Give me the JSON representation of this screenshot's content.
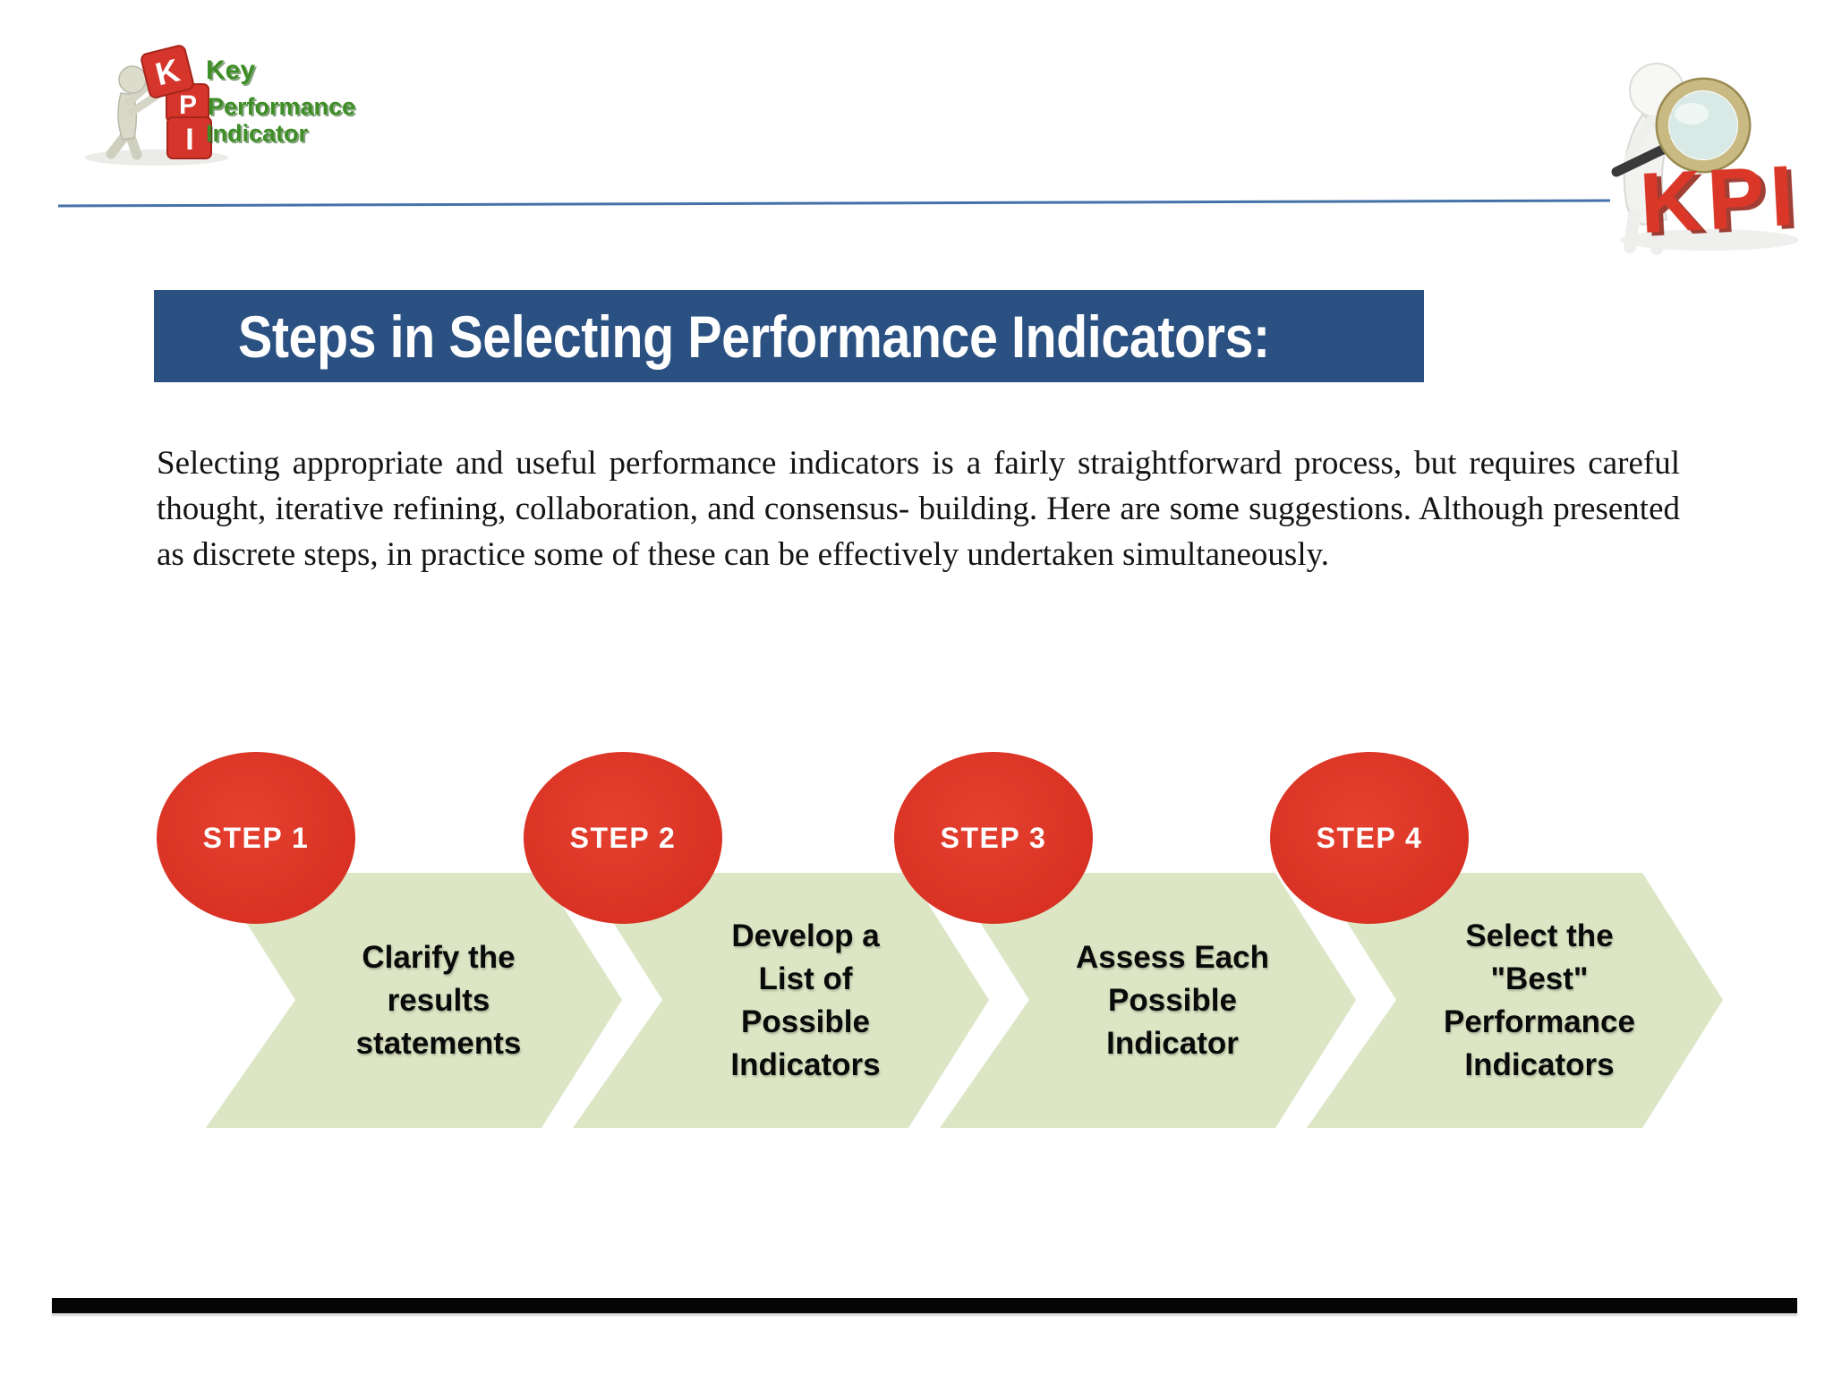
{
  "title": {
    "text": "Steps in Selecting Performance Indicators:"
  },
  "paragraph": "Selecting appropriate and useful performance indicators is a fairly straightforward process, but requires careful thought, iterative refining, collaboration, and consensus- building. Here are some suggestions. Although presented as discrete steps, in practice some of these can be effectively undertaken simultaneously.",
  "logo_left": {
    "cube_letters": [
      "K",
      "P",
      "I"
    ],
    "words": [
      "Key",
      "Performance",
      "Indicator"
    ]
  },
  "logo_right": {
    "label": "KPI"
  },
  "steps": [
    {
      "label": "STEP 1",
      "text": "Clarify the\nresults\nstatements"
    },
    {
      "label": "STEP 2",
      "text": "Develop a\nList of\nPossible\nIndicators"
    },
    {
      "label": "STEP 3",
      "text": "Assess Each\nPossible\nIndicator"
    },
    {
      "label": "STEP 4",
      "text": "Select the\n\"Best\"\nPerformance\nIndicators"
    }
  ],
  "colors": {
    "title_bar": "#2a5182",
    "title_text": "#ffffff",
    "step_circle": "#d93224",
    "step_label": "#ffffff",
    "arrow_fill": "#dce5c4",
    "arrow_text": "#0a0a0a",
    "divider_line": "#4472a8",
    "footer_bar": "#050505",
    "logo_green": "#3e8d26",
    "logo_cube_red": "#d6352b",
    "logo_kpi_red": "#da3729"
  }
}
